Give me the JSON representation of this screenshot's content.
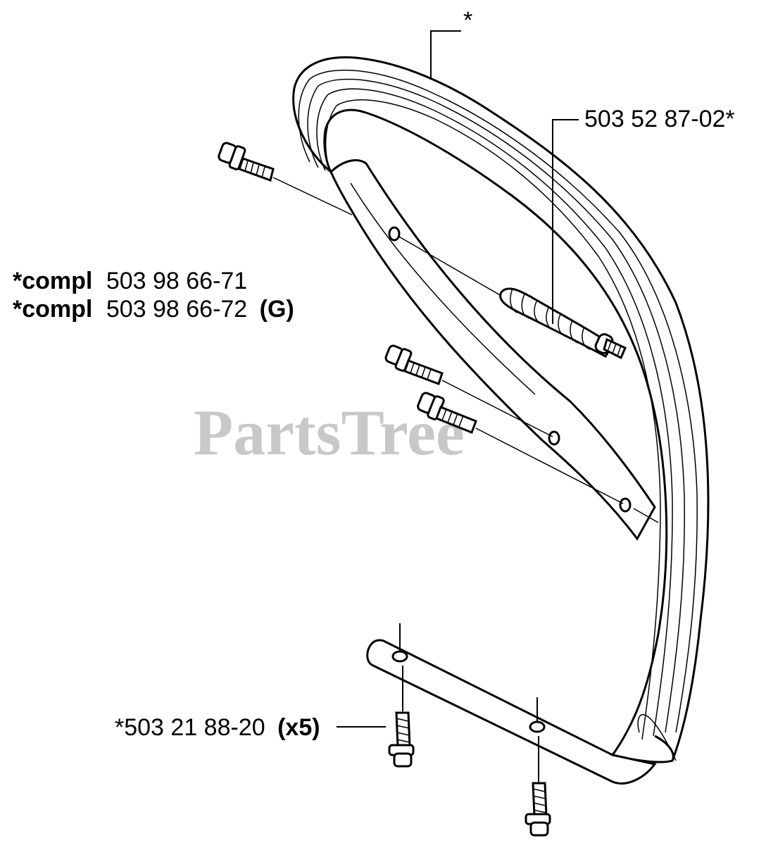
{
  "watermark": "PartsTree",
  "labels": {
    "top_star": "*",
    "isolator": "503 52 87-02*",
    "compl1_prefix": "*compl",
    "compl1_num": "503 98 66-71",
    "compl2_prefix": "*compl",
    "compl2_num": "503 98 66-72",
    "compl2_suffix": "(G)",
    "screw": "*503 21 88-20",
    "screw_qty": "(x5)"
  }
}
